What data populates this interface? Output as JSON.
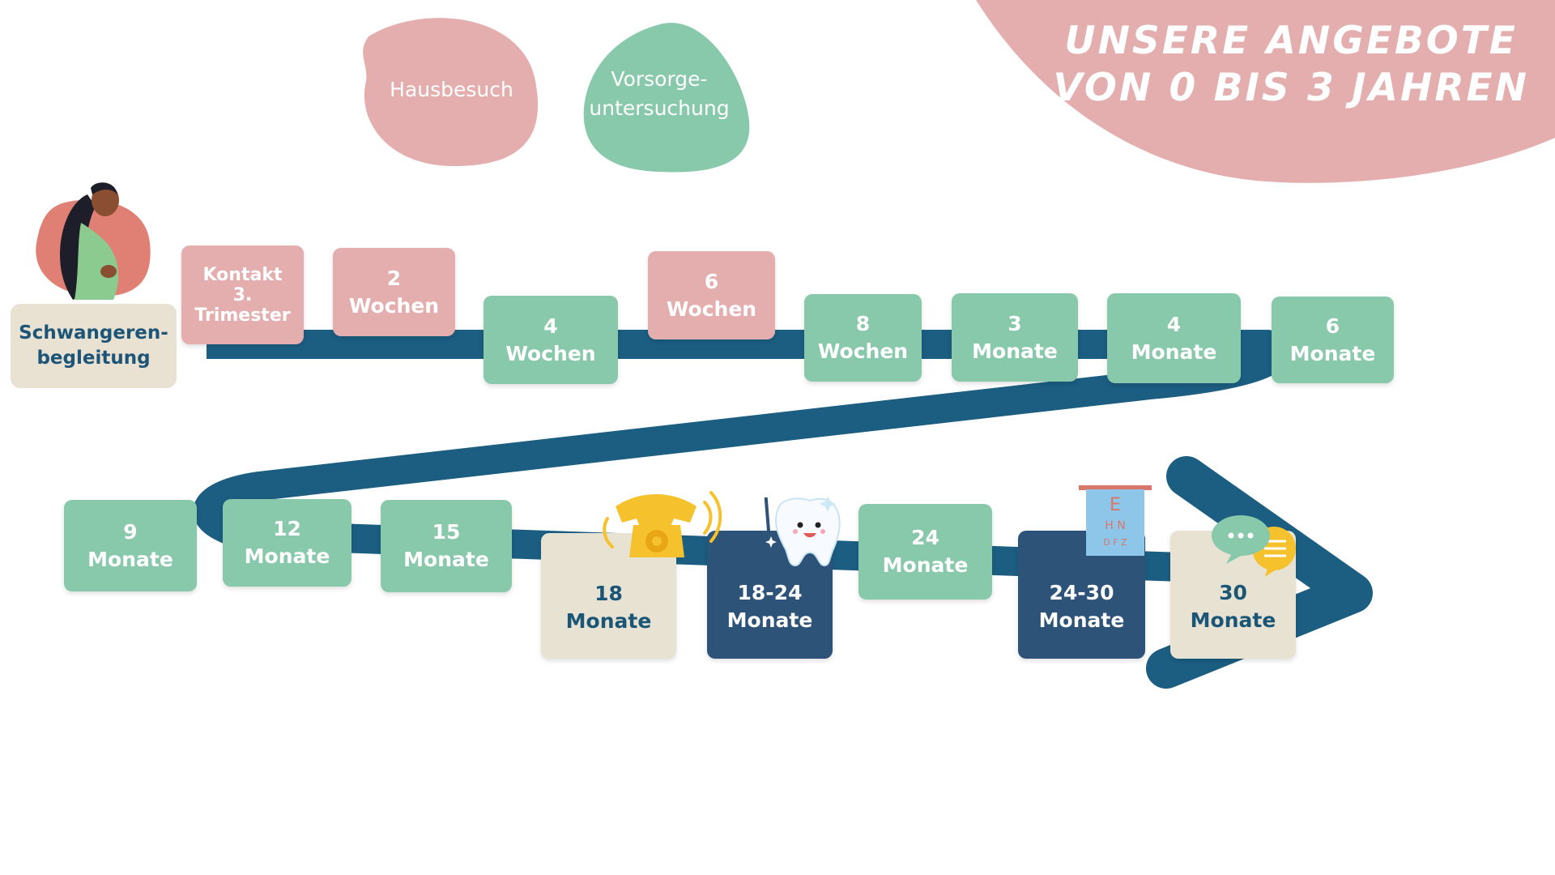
{
  "title": {
    "line1": "UNSERE ANGEBOTE",
    "line2": "VON 0 BIS 3 JAHREN"
  },
  "legend": {
    "home_visit": "Hausbesuch",
    "checkup_line1": "Vorsorge-",
    "checkup_line2": "untersuchung"
  },
  "colors": {
    "home_visit": "#e4aeae",
    "checkup": "#88c8ab",
    "path": "#1b5e82",
    "cream": "#e8e2d3",
    "navy": "#2d5379",
    "title_blob": "#e4aeae"
  },
  "start": {
    "line1": "Schwangeren-",
    "line2": "begleitung",
    "icon": "pregnant-woman-icon"
  },
  "milestones": [
    {
      "line1": "Kontakt",
      "line2": "3.",
      "line3": "Trimester",
      "type": "home_visit"
    },
    {
      "line1": "2",
      "line2": "Wochen",
      "type": "home_visit"
    },
    {
      "line1": "4",
      "line2": "Wochen",
      "type": "checkup"
    },
    {
      "line1": "6",
      "line2": "Wochen",
      "type": "home_visit"
    },
    {
      "line1": "8",
      "line2": "Wochen",
      "type": "checkup"
    },
    {
      "line1": "3",
      "line2": "Monate",
      "type": "checkup"
    },
    {
      "line1": "4",
      "line2": "Monate",
      "type": "checkup"
    },
    {
      "line1": "6",
      "line2": "Monate",
      "type": "checkup"
    },
    {
      "line1": "9",
      "line2": "Monate",
      "type": "checkup"
    },
    {
      "line1": "12",
      "line2": "Monate",
      "type": "checkup"
    },
    {
      "line1": "15",
      "line2": "Monate",
      "type": "checkup"
    },
    {
      "line1": "18",
      "line2": "Monate",
      "type": "phone",
      "icon": "telephone-icon"
    },
    {
      "line1": "18-24",
      "line2": "Monate",
      "type": "dental",
      "icon": "tooth-icon"
    },
    {
      "line1": "24",
      "line2": "Monate",
      "type": "checkup"
    },
    {
      "line1": "24-30",
      "line2": "Monate",
      "type": "eye",
      "icon": "eye-chart-icon",
      "chart_letters": {
        "row1": "E",
        "row2": "H N",
        "row3": "D F Z"
      }
    },
    {
      "line1": "30",
      "line2": "Monate",
      "type": "chat",
      "icon": "speech-bubbles-icon"
    }
  ]
}
